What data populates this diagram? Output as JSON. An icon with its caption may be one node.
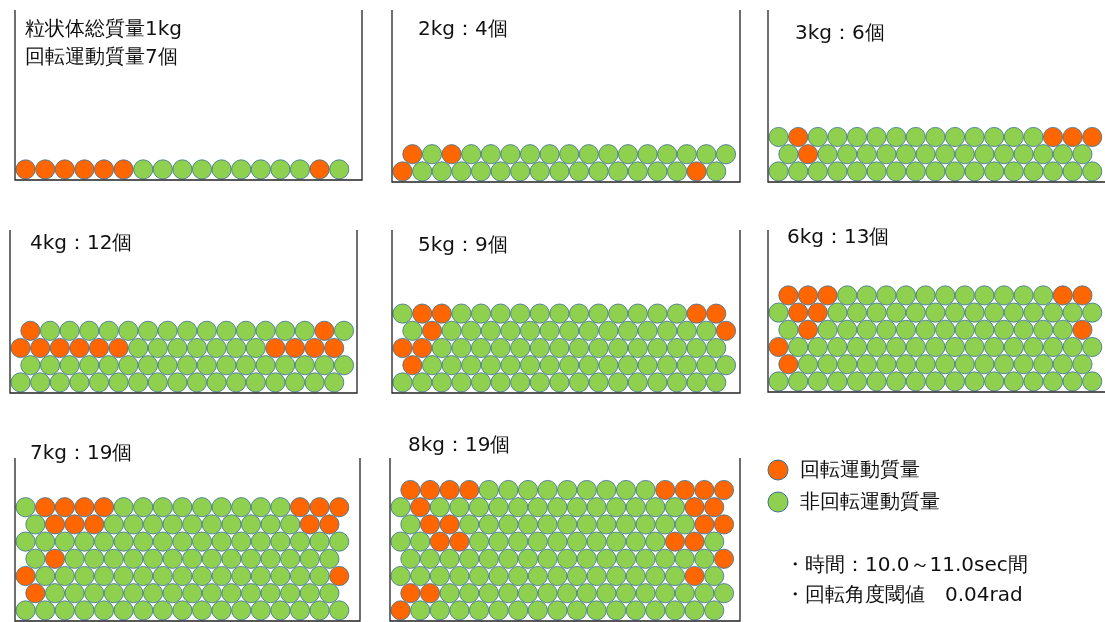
{
  "diagram": {
    "labels": [
      "粒状体総質量1kg",
      "回転運動質量7個",
      "2kg：4個",
      "3kg：6個",
      "4kg：12個",
      "5kg：9個",
      "6kg：13個",
      "7kg：19個",
      "8kg：19個",
      "・時間：10.0～11.0sec間",
      "・回転角度閾値　0.04rad"
    ],
    "legend": [
      {
        "text": "回転運動質量",
        "color": "#ff6600"
      },
      {
        "text": "非回転運動質量",
        "color": "#8fd14f"
      }
    ]
  }
}
